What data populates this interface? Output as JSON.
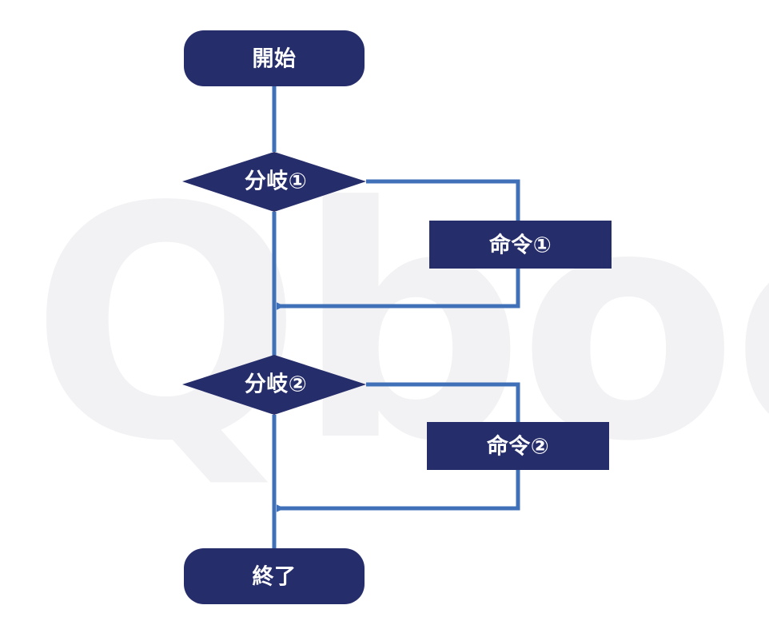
{
  "diagram": {
    "type": "flowchart",
    "title": "",
    "background_color": "#ffffff",
    "node_fill_color": "#262D6B",
    "node_text_color": "#ffffff",
    "connector_color": "#4071B8",
    "watermark": {
      "text": "Qbook",
      "color": "#F2F2F4"
    },
    "nodes": [
      {
        "id": "start",
        "shape": "terminator",
        "label": "開始"
      },
      {
        "id": "branch1",
        "shape": "decision",
        "label": "分岐①"
      },
      {
        "id": "cmd1",
        "shape": "process",
        "label": "命令①"
      },
      {
        "id": "branch2",
        "shape": "decision",
        "label": "分岐②"
      },
      {
        "id": "cmd2",
        "shape": "process",
        "label": "命令②"
      },
      {
        "id": "end",
        "shape": "terminator",
        "label": "終了"
      }
    ],
    "edges": [
      {
        "from": "start",
        "to": "branch1",
        "label": ""
      },
      {
        "from": "branch1",
        "to": "cmd1",
        "label": ""
      },
      {
        "from": "cmd1",
        "to": "branch2",
        "label": ""
      },
      {
        "from": "branch1",
        "to": "branch2",
        "label": ""
      },
      {
        "from": "branch2",
        "to": "cmd2",
        "label": ""
      },
      {
        "from": "cmd2",
        "to": "end",
        "label": ""
      },
      {
        "from": "branch2",
        "to": "end",
        "label": ""
      }
    ]
  }
}
